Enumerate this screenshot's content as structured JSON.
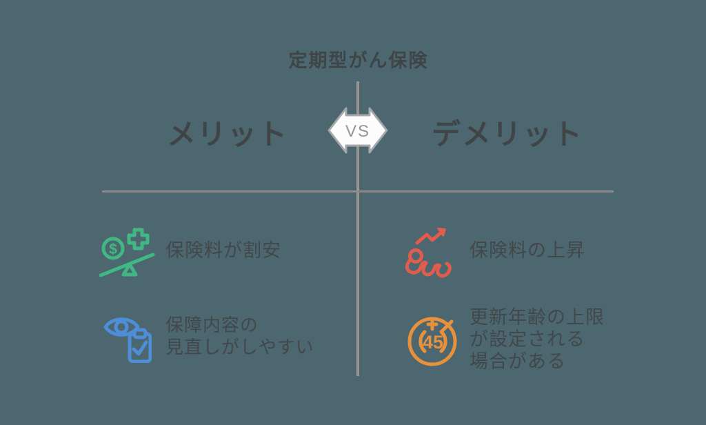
{
  "title": "定期型がん保険",
  "comparison": {
    "left_heading": "メリット",
    "right_heading": "デメリット",
    "vs_label": "VS"
  },
  "merits": [
    {
      "icon": "balance-dollar-cross-icon",
      "icon_glyph": "$",
      "text": "保険料が割安"
    },
    {
      "icon": "eye-clipboard-check-icon",
      "text": "保障内容の\n見直しがしやすい"
    }
  ],
  "demerits": [
    {
      "icon": "rising-zigzag-arrow-icon",
      "text": "保険料の上昇"
    },
    {
      "icon": "age-limit-45-dial-icon",
      "icon_glyph": "45",
      "text": "更新年齢の上限\nが設定される\n場合がある"
    }
  ],
  "colors": {
    "background": "#4d6770",
    "text_dark": "#42484a",
    "heading_dark": "#3f4547",
    "horizontal_line": "#8d8b88",
    "vertical_line": "#9a9490",
    "merit_green": "#41b883",
    "merit_blue": "#4e8ed9",
    "demerit_red": "#e25c4d",
    "demerit_orange": "#e8913c",
    "vs_fill": "#fcfcfc",
    "vs_border": "#a5a7a9",
    "vs_text": "#939597"
  }
}
